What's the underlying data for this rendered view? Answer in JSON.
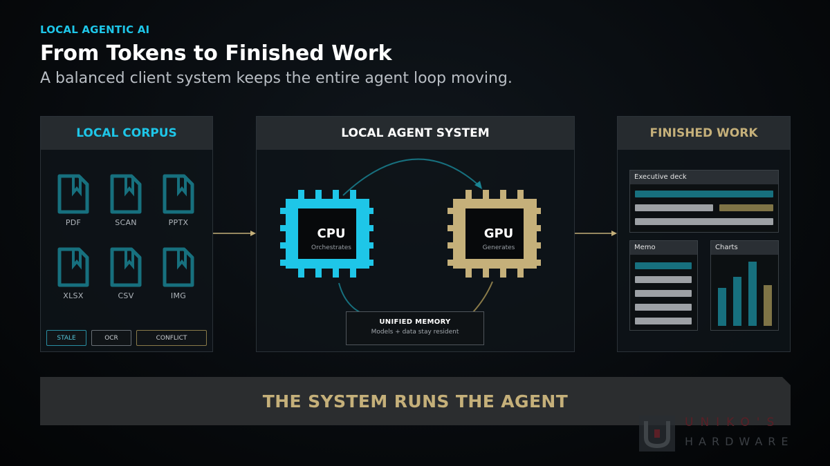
{
  "header": {
    "kicker": "LOCAL AGENTIC AI",
    "title": "From Tokens to Finished Work",
    "subtitle": "A balanced client system keeps the entire agent loop moving."
  },
  "corpus": {
    "title": "LOCAL CORPUS",
    "files": [
      "PDF",
      "SCAN",
      "PPTX",
      "XLSX",
      "CSV",
      "IMG"
    ],
    "tags": [
      "STALE",
      "OCR",
      "CONFLICT"
    ]
  },
  "system": {
    "title": "LOCAL AGENT SYSTEM",
    "cpu": {
      "label": "CPU",
      "role": "Orchestrates"
    },
    "gpu": {
      "label": "GPU",
      "role": "Generates"
    },
    "memory": {
      "label": "UNIFIED MEMORY",
      "note": "Models + data stay resident"
    }
  },
  "finished": {
    "title": "FINISHED WORK",
    "cards": [
      "Executive deck",
      "Memo",
      "Charts"
    ]
  },
  "banner": "THE SYSTEM RUNS THE AGENT",
  "logo": {
    "line1": "UNIKO'S",
    "line2": "HARDWARE"
  },
  "colors": {
    "cyan": "#1ec6e8",
    "gold": "#c5b07a",
    "teal": "#17707e",
    "olive": "#7f7446",
    "gray": "#9da1a5"
  }
}
